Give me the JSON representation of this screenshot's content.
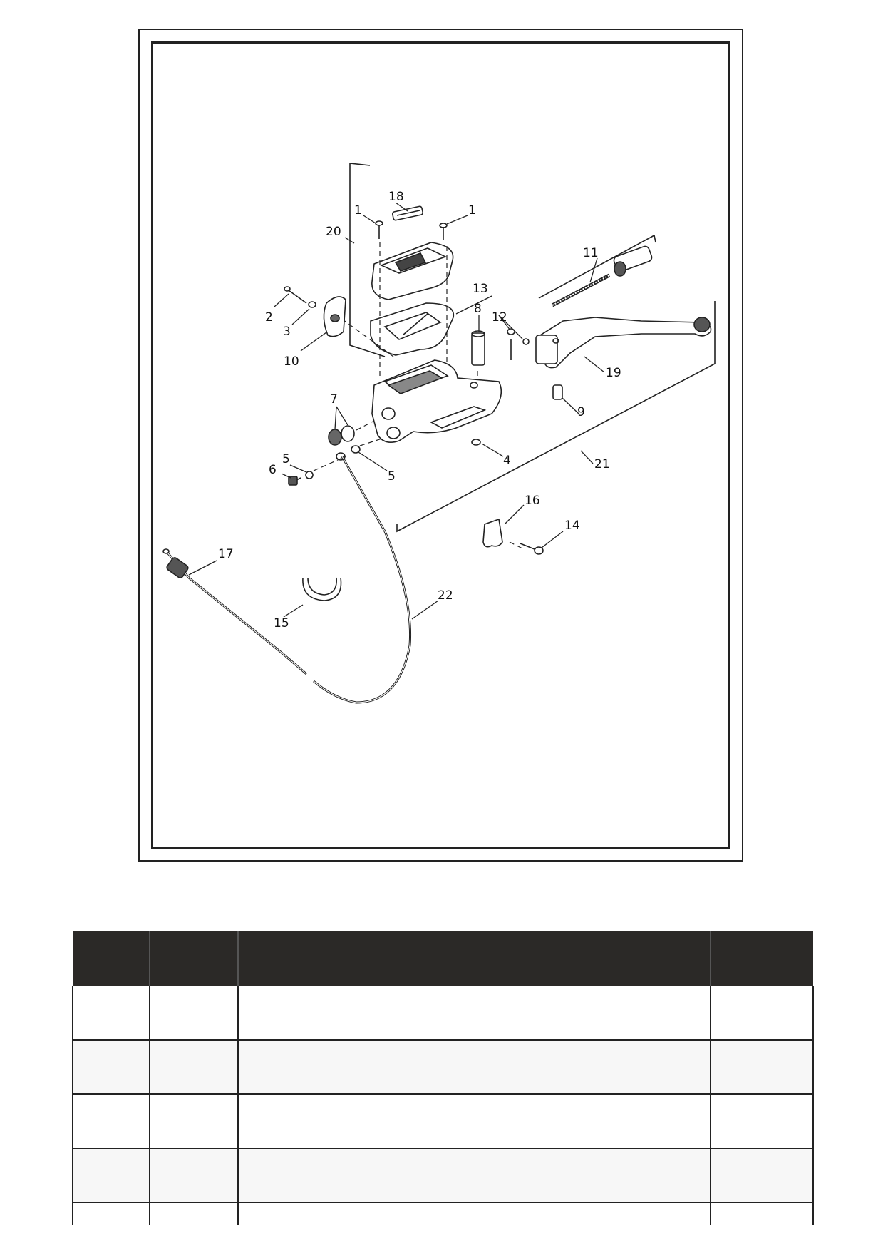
{
  "diagram": {
    "callouts": [
      {
        "id": "c1a",
        "label": "1"
      },
      {
        "id": "c1b",
        "label": "1"
      },
      {
        "id": "c2",
        "label": "2"
      },
      {
        "id": "c3",
        "label": "3"
      },
      {
        "id": "c4",
        "label": "4"
      },
      {
        "id": "c5a",
        "label": "5"
      },
      {
        "id": "c5b",
        "label": "5"
      },
      {
        "id": "c6",
        "label": "6"
      },
      {
        "id": "c7",
        "label": "7"
      },
      {
        "id": "c8",
        "label": "8"
      },
      {
        "id": "c9",
        "label": "9"
      },
      {
        "id": "c10",
        "label": "10"
      },
      {
        "id": "c11",
        "label": "11"
      },
      {
        "id": "c12",
        "label": "12"
      },
      {
        "id": "c13",
        "label": "13"
      },
      {
        "id": "c14",
        "label": "14"
      },
      {
        "id": "c15",
        "label": "15"
      },
      {
        "id": "c16",
        "label": "16"
      },
      {
        "id": "c17",
        "label": "17"
      },
      {
        "id": "c18",
        "label": "18"
      },
      {
        "id": "c19",
        "label": "19"
      },
      {
        "id": "c20",
        "label": "20"
      },
      {
        "id": "c21",
        "label": "21"
      },
      {
        "id": "c22",
        "label": "22"
      }
    ]
  },
  "parts_table": {
    "headers": [
      "",
      "",
      "",
      ""
    ],
    "rows": [
      [
        "",
        "",
        "",
        ""
      ],
      [
        "",
        "",
        "",
        ""
      ],
      [
        "",
        "",
        "",
        ""
      ],
      [
        "",
        "",
        "",
        ""
      ],
      [
        "",
        "",
        "",
        ""
      ]
    ]
  }
}
